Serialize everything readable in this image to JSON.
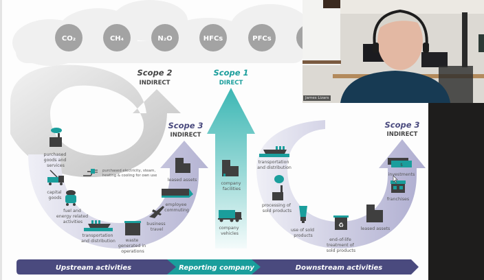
{
  "slide": {
    "gases": [
      "CO₂",
      "CH₄",
      "N₂O",
      "HFCs",
      "PFCs"
    ],
    "scope2": {
      "title": "Scope 2",
      "subtitle": "INDIRECT"
    },
    "scope1": {
      "title": "Scope 1",
      "subtitle": "DIRECT"
    },
    "scope3_upstream": {
      "title": "Scope 3",
      "subtitle": "INDIRECT"
    },
    "scope3_downstream": {
      "title": "Scope 3",
      "subtitle": "INDIRECT"
    },
    "scope2_item": {
      "line1": "purchased electricity, steam,",
      "line2": "heating & cooling for own use"
    },
    "upstream_items": [
      {
        "lines": [
          "purchased",
          "goods and",
          "services"
        ]
      },
      {
        "lines": [
          "capital",
          "goods"
        ]
      },
      {
        "lines": [
          "fuel and",
          "energy related",
          "activities"
        ]
      },
      {
        "lines": [
          "transportation",
          "and distribution"
        ]
      },
      {
        "lines": [
          "waste",
          "generated in",
          "operations"
        ]
      },
      {
        "lines": [
          "business",
          "travel"
        ]
      },
      {
        "lines": [
          "employee",
          "commuting"
        ]
      },
      {
        "lines": [
          "leased assets"
        ]
      }
    ],
    "direct_items": [
      {
        "lines": [
          "company",
          "facilities"
        ]
      },
      {
        "lines": [
          "company",
          "vehicles"
        ]
      }
    ],
    "downstream_items": [
      {
        "lines": [
          "transportation",
          "and distribution"
        ]
      },
      {
        "lines": [
          "processing of",
          "sold products"
        ]
      },
      {
        "lines": [
          "use of sold",
          "products"
        ]
      },
      {
        "lines": [
          "end-of-life",
          "treatment of",
          "sold products"
        ]
      },
      {
        "lines": [
          "leased assets"
        ]
      },
      {
        "lines": [
          "franchises"
        ]
      },
      {
        "lines": [
          "investments"
        ]
      }
    ],
    "investment_symbol": "$",
    "band": {
      "upstream": "Upstream activities",
      "reporting": "Reporting company",
      "downstream": "Downstream activities"
    }
  },
  "video": {
    "participant_name": "James Lizars"
  },
  "colors": {
    "teal": "#1a9e9c",
    "purple": "#4a4a7e",
    "lavender": "#c9c8df",
    "grey_arrow": "#bdbdbd",
    "gas_circle": "#a3a3a3",
    "icon_dark": "#3f3f3f"
  }
}
